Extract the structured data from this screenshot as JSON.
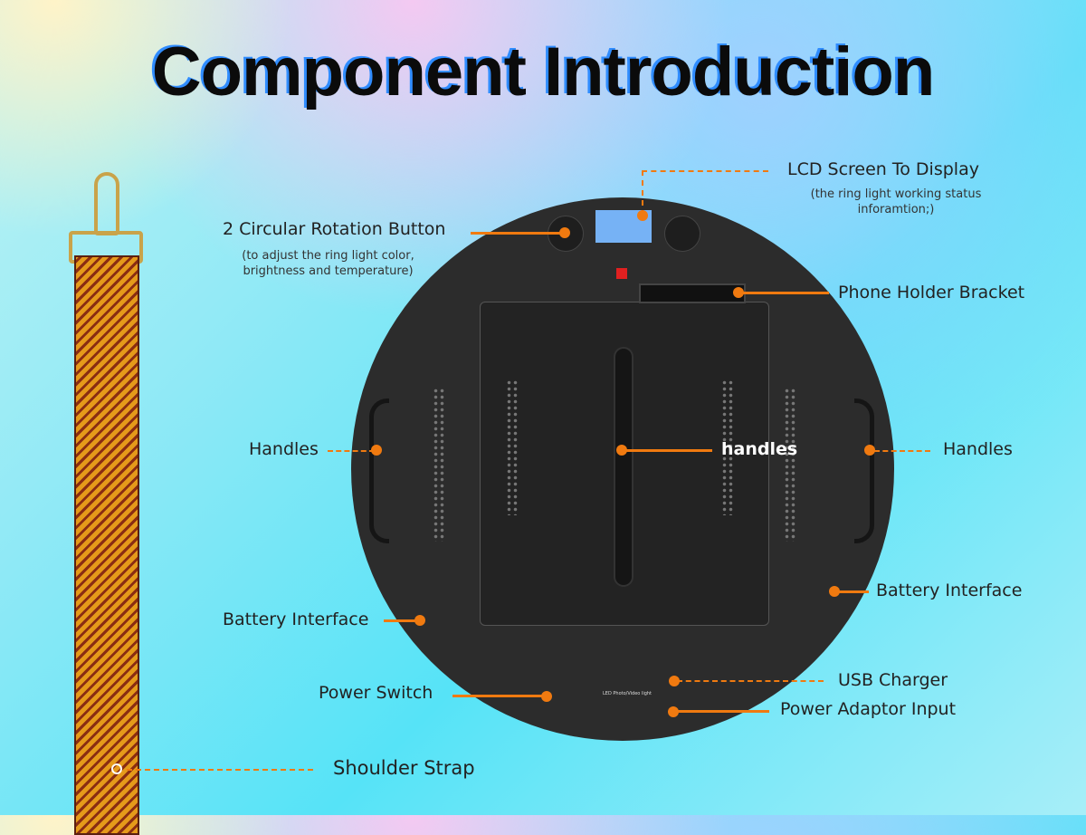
{
  "title": "Component Introduction",
  "labels": {
    "lcd": "LCD Screen To Display",
    "lcd_sub": "(the ring light working status inforamtion;)",
    "rotation": "2 Circular Rotation Button",
    "rotation_sub": "(to adjust the ring light color, brightness and temperature)",
    "phone": "Phone Holder Bracket",
    "handles_left": "Handles",
    "handles_center": "handles",
    "handles_right": "Handles",
    "battery_left": "Battery Interface",
    "battery_right": "Battery Interface",
    "power_switch": "Power Switch",
    "usb": "USB Charger",
    "adaptor": "Power Adaptor Input",
    "strap": "Shoulder Strap"
  },
  "product_label": "LED Photo/Video light",
  "accent_color": "#f07a10"
}
